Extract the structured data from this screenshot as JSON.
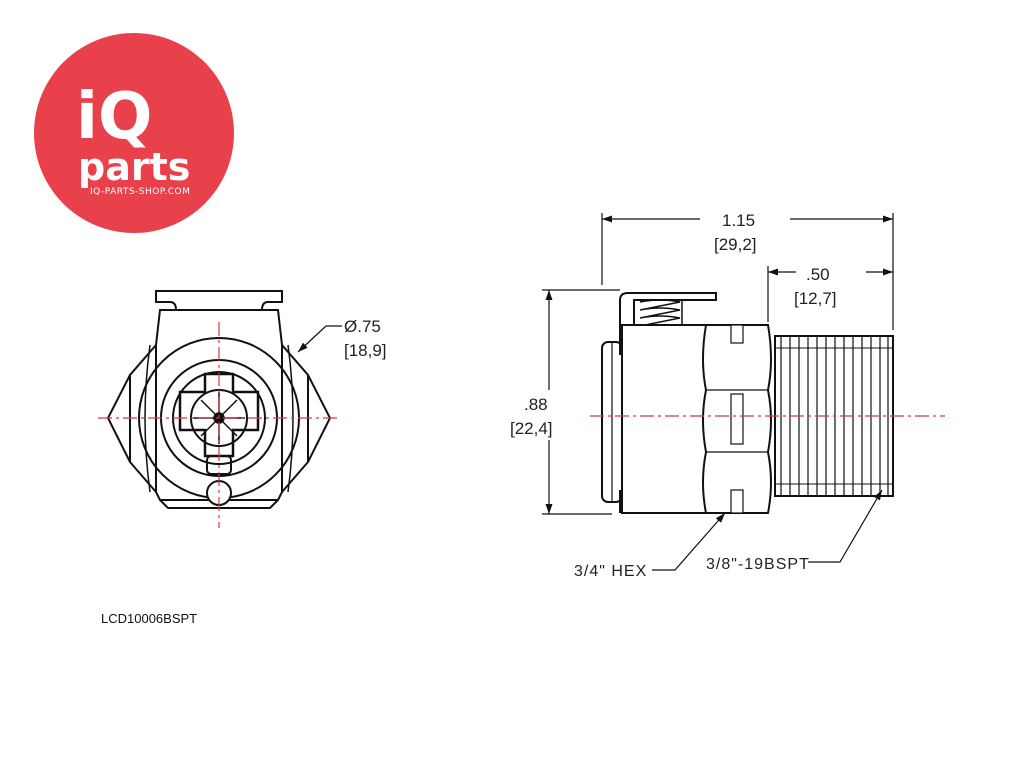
{
  "logo": {
    "brand_top": "iQ",
    "brand_bottom": "parts",
    "url": "IQ-PARTS-SHOP.COM",
    "color": "#e8414b"
  },
  "drawing": {
    "part_number": "LCD10006BSPT",
    "front_view": {
      "diameter_in": "Ø.75",
      "diameter_mm": "[18,9]"
    },
    "side_view": {
      "overall_length_in": "1.15",
      "overall_length_mm": "[29,2]",
      "thread_length_in": ".50",
      "thread_length_mm": "[12,7]",
      "height_in": ".88",
      "height_mm": "[22,4]",
      "hex_label": "3/4\" HEX",
      "thread_label": "3/8\"-19BSPT"
    },
    "centerline_color": "#d23a3a"
  }
}
